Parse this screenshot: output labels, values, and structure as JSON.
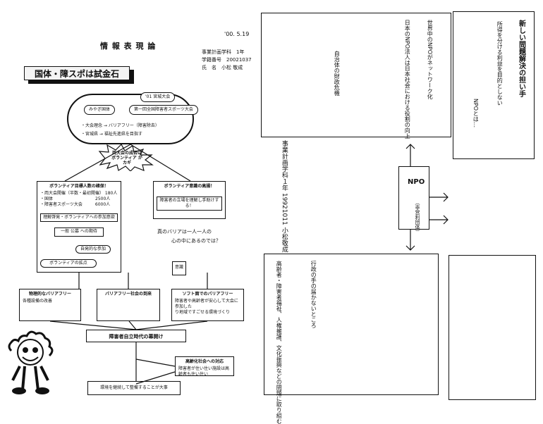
{
  "left": {
    "title": "情 報 表 現 論",
    "date": "'00. 5.19",
    "meta": [
      "事業計画学科　1年",
      "学籍番号　20021037",
      "氏　名　小松 敬成"
    ],
    "banner": "国体・障スポは試金石",
    "event_pills": {
      "year": "'01 宮城大会",
      "left": "みやぎ国体",
      "right": "第一回全国障害者スポーツ大会",
      "line1": "・大会理念 → バリアフリー（障害除去）",
      "line2": "・宮城県 → 福祉先進県を目指す"
    },
    "burst": "両大会の成否は\nボランティア\nがカギ",
    "left_box": {
      "title": "ボランティア目標人数の確保！",
      "lines": [
        "・両大会開催（半数・最初開催） 180人",
        "・国体　　　　　　　　　　2500人",
        "・障害者スポーツ大会　　　6000人"
      ],
      "sub1": "理解啓発・ボランティアへの参加意欲",
      "sub2": "一般 公募 への期待",
      "sub3": "自発的な参加",
      "sub4": "ボランティアの拡点"
    },
    "right_box": {
      "title": "ボランティア意識の高揚！",
      "sub1": "障害者の立場を理解し手助けする！",
      "quote1": "真のバリアは一人一人の",
      "quote2": "心の中にあるのでは？",
      "badge": "意識"
    },
    "bottom_row": {
      "left_title": "物理的なバリアフリー",
      "left_line": "各種設備の改善",
      "center_title": "バリアフリー社会の到来",
      "right_title": "ソフト面でのバリアフリー",
      "right_line1": "障害者や高齢者が安心して大会に参加した",
      "right_line2": "り地域ですごせる環境づくり"
    },
    "main_banner": "障害者自立時代の幕開け",
    "after_box_title": "高齢化社会への対応",
    "after_box_line": "障害者が住い住い施設は高齢者も住い住い",
    "closing": "環境を継続して整備することが大事"
  },
  "right": {
    "npo_title": "NPO",
    "npo_sub": "（非営利団体）",
    "date_vert": "事業計画学科１年\n19921011\n小松敬成",
    "topics": {
      "t1": "世界中のNPOがネットワーク化",
      "t2": "日本のNPO法人は日本社会における役割の向上",
      "t3": "高齢者・障害者福祉、人権擁護、文化振興などの問題に取り組む",
      "t4": "自治体の財政危機",
      "t5": "行政の手の届かないところ",
      "t6": "NPOとは…",
      "t7": "所得を分ける利益を目的としない",
      "t8": "新しい問題解決の担い手"
    }
  }
}
